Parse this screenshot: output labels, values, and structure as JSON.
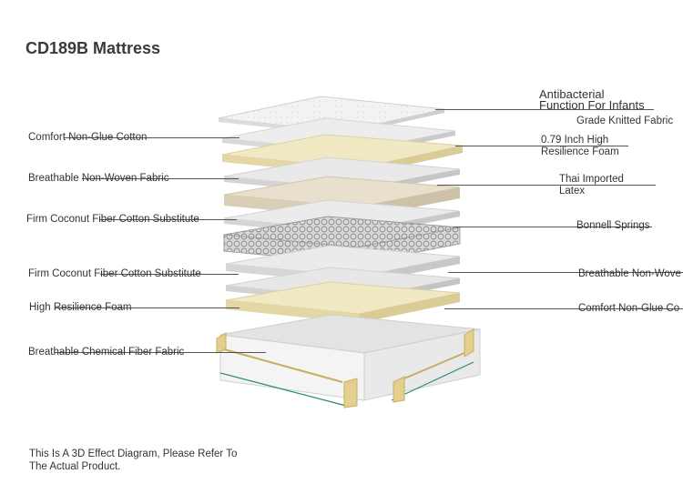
{
  "title": "CD189B Mattress",
  "labels": {
    "antibacterial_1": "Antibacterial",
    "antibacterial_2": "Function For Infants",
    "grade_knitted": "Grade Knitted Fabric",
    "resilience_1": "0.79 Inch High",
    "resilience_2": "Resilience Foam",
    "latex_1": "Thai Imported",
    "latex_2": "Latex",
    "bonnell": "Bonnell Springs",
    "right_nonwoven": "Breathable Non-Wove",
    "right_comfort": "Comfort Non-Glue Co",
    "left_comfort": "Comfort Non-Glue Cotton",
    "left_nonwoven": "Breathable Non-Woven Fabric",
    "left_coconut_1": "Firm Coconut Fiber Cotton Substitute",
    "left_coconut_2": "Firm Coconut Fiber Cotton Substitute",
    "left_foam": "High Resilience Foam",
    "left_chemical": "Breathable Chemical Fiber Fabric"
  },
  "note": {
    "line1": "This Is A 3D Effect Diagram, Please Refer To",
    "line2": "The Actual Product."
  },
  "colors": {
    "white_layer": "#ececec",
    "cream_layer": "#efe6bf",
    "latex_layer": "#e6dccb",
    "gray_layer": "#dcdcdc"
  }
}
